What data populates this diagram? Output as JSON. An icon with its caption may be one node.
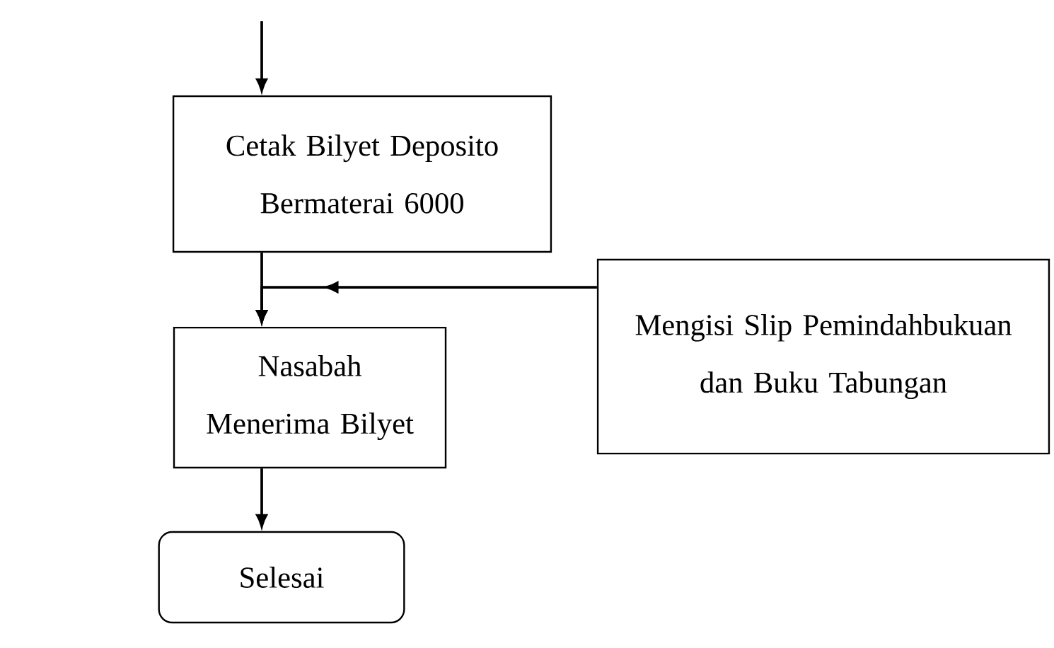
{
  "diagram": {
    "nodes": [
      {
        "text": [
          "Cetak Bilyet Deposito Bermaterai 6000"
        ]
      },
      {
        "text": [
          "Nasabah Menerima Bilyet"
        ]
      },
      {
        "text": [
          "Mengisi Slip Pemindahbukuan dan Buku Tabungan"
        ]
      },
      {
        "text": [
          "Selesai"
        ]
      }
    ],
    "edges": [
      {
        "from": null,
        "to": 0,
        "arrow": "to"
      },
      {
        "from": 0,
        "to": 1,
        "arrow": "to"
      },
      {
        "from": 2,
        "to": 1,
        "arrow": "to"
      },
      {
        "from": 1,
        "to": 3,
        "arrow": "to"
      }
    ]
  }
}
